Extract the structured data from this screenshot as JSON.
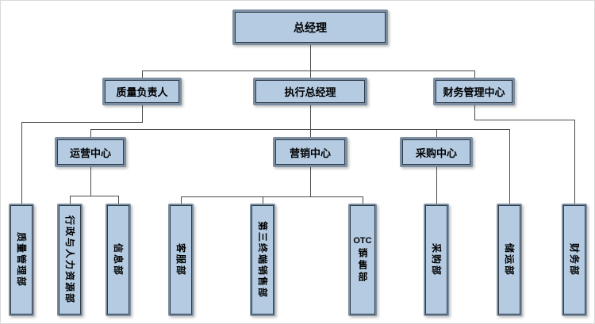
{
  "diagram": {
    "type": "org-chart",
    "nodes": {
      "gm": {
        "label": "总经理",
        "level": 1
      },
      "quality_lead": {
        "label": "质量负责人",
        "level": 2
      },
      "exec_gm": {
        "label": "执行总经理",
        "level": 2
      },
      "finance_center": {
        "label": "财务管理中心",
        "level": 2
      },
      "ops_center": {
        "label": "运营中心",
        "level": 3
      },
      "marketing_center": {
        "label": "营销中心",
        "level": 3
      },
      "procurement_center": {
        "label": "采购中心",
        "level": 3
      },
      "quality_dept": {
        "label": "质量管理部",
        "level": 4
      },
      "hr_admin_dept": {
        "label": "行政与人力资源部",
        "level": 4
      },
      "info_dept": {
        "label": "信息部",
        "level": 4
      },
      "cs_dept": {
        "label": "客服部",
        "level": 4
      },
      "third_terminal_sales_dept": {
        "label": "第三终端销售部",
        "level": 4
      },
      "otc_sales_dept": {
        "label": "OTC销售部",
        "label_latin": "OTC",
        "label_cjk": "销售部",
        "level": 4
      },
      "purchasing_dept": {
        "label": "采购部",
        "level": 4
      },
      "storage_transport_dept": {
        "label": "储运部",
        "level": 4
      },
      "finance_dept": {
        "label": "财务部",
        "level": 4
      }
    },
    "edges": [
      [
        "总经理",
        "质量负责人"
      ],
      [
        "总经理",
        "执行总经理"
      ],
      [
        "总经理",
        "财务管理中心"
      ],
      [
        "质量负责人",
        "质量管理部"
      ],
      [
        "执行总经理",
        "运营中心"
      ],
      [
        "执行总经理",
        "营销中心"
      ],
      [
        "执行总经理",
        "采购中心"
      ],
      [
        "执行总经理",
        "储运部"
      ],
      [
        "财务管理中心",
        "财务部"
      ],
      [
        "运营中心",
        "行政与人力资源部"
      ],
      [
        "运营中心",
        "信息部"
      ],
      [
        "营销中心",
        "客服部"
      ],
      [
        "营销中心",
        "第三终端销售部"
      ],
      [
        "营销中心",
        "OTC销售部"
      ],
      [
        "采购中心",
        "采购部"
      ]
    ],
    "colors": {
      "node_fill": "#b4cbe2",
      "node_border_outer": "#7c8fa2",
      "node_border_inner": "#2e3b49",
      "connector": "#4a4a4a",
      "text": "#000000",
      "background": "#ffffff"
    }
  }
}
